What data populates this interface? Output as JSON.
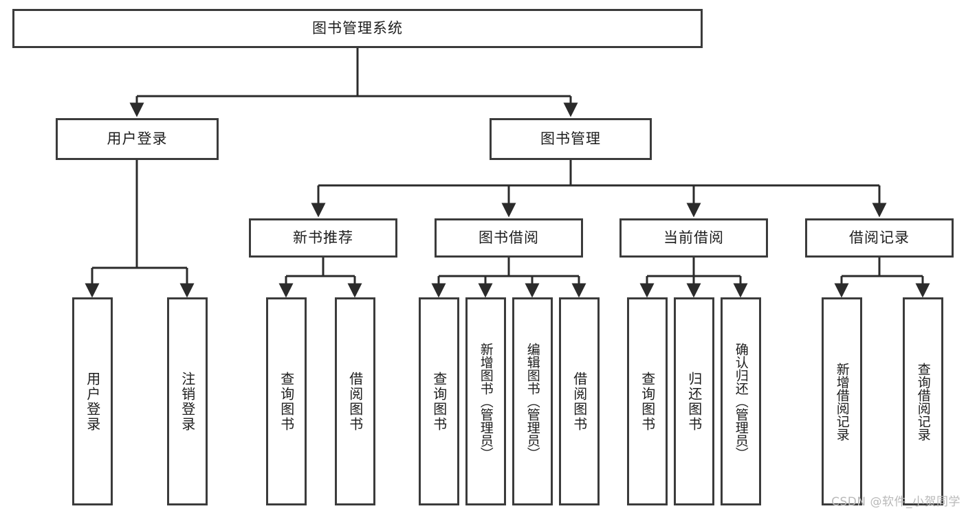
{
  "diagram": {
    "title": "图书管理系统",
    "type": "tree",
    "watermark": "CSDN @软件_小贺同学",
    "colors": {
      "box_border": "#3b3b3b",
      "box_fill": "#ffffff",
      "connector": "#2b2b2b",
      "text": "#1d1d1d",
      "watermark": "#b9b9b9"
    },
    "levels": {
      "root": {
        "label": "图书管理系统"
      },
      "level2": [
        {
          "label": "用户登录"
        },
        {
          "label": "图书管理"
        }
      ],
      "level3": [
        {
          "label": "新书推荐"
        },
        {
          "label": "图书借阅"
        },
        {
          "label": "当前借阅"
        },
        {
          "label": "借阅记录"
        }
      ],
      "leaves": {
        "user_login": [
          {
            "label": "用户登录"
          },
          {
            "label": "注销登录"
          }
        ],
        "new_book_recommend": [
          {
            "label": "查询图书"
          },
          {
            "label": "借阅图书"
          }
        ],
        "book_borrow": [
          {
            "label": "查询图书"
          },
          {
            "label": "新增图书（管理员）"
          },
          {
            "label": "编辑图书（管理员）"
          },
          {
            "label": "借阅图书"
          }
        ],
        "current_borrow": [
          {
            "label": "查询图书"
          },
          {
            "label": "归还图书"
          },
          {
            "label": "确认归还（管理员）"
          }
        ],
        "borrow_record": [
          {
            "label": "新增借阅记录"
          },
          {
            "label": "查询借阅记录"
          }
        ]
      }
    }
  },
  "chart_data": {
    "type": "table",
    "title": "图书管理系统 功能结构图",
    "nodes": [
      {
        "id": "root",
        "label": "图书管理系统",
        "parent": null,
        "level": 0
      },
      {
        "id": "user-login",
        "label": "用户登录",
        "parent": "root",
        "level": 1
      },
      {
        "id": "book-manage",
        "label": "图书管理",
        "parent": "root",
        "level": 1
      },
      {
        "id": "new-book",
        "label": "新书推荐",
        "parent": "book-manage",
        "level": 2
      },
      {
        "id": "book-borrow",
        "label": "图书借阅",
        "parent": "book-manage",
        "level": 2
      },
      {
        "id": "current-borrow",
        "label": "当前借阅",
        "parent": "book-manage",
        "level": 2
      },
      {
        "id": "borrow-record",
        "label": "借阅记录",
        "parent": "book-manage",
        "level": 2
      },
      {
        "id": "leaf-1",
        "label": "用户登录",
        "parent": "user-login",
        "level": 3
      },
      {
        "id": "leaf-2",
        "label": "注销登录",
        "parent": "user-login",
        "level": 3
      },
      {
        "id": "leaf-3",
        "label": "查询图书",
        "parent": "new-book",
        "level": 3
      },
      {
        "id": "leaf-4",
        "label": "借阅图书",
        "parent": "new-book",
        "level": 3
      },
      {
        "id": "leaf-5",
        "label": "查询图书",
        "parent": "book-borrow",
        "level": 3
      },
      {
        "id": "leaf-6",
        "label": "新增图书（管理员）",
        "parent": "book-borrow",
        "level": 3
      },
      {
        "id": "leaf-7",
        "label": "编辑图书（管理员）",
        "parent": "book-borrow",
        "level": 3
      },
      {
        "id": "leaf-8",
        "label": "借阅图书",
        "parent": "book-borrow",
        "level": 3
      },
      {
        "id": "leaf-9",
        "label": "查询图书",
        "parent": "current-borrow",
        "level": 3
      },
      {
        "id": "leaf-10",
        "label": "归还图书",
        "parent": "current-borrow",
        "level": 3
      },
      {
        "id": "leaf-11",
        "label": "确认归还（管理员）",
        "parent": "current-borrow",
        "level": 3
      },
      {
        "id": "leaf-12",
        "label": "新增借阅记录",
        "parent": "borrow-record",
        "level": 3
      },
      {
        "id": "leaf-13",
        "label": "查询借阅记录",
        "parent": "borrow-record",
        "level": 3
      }
    ]
  }
}
